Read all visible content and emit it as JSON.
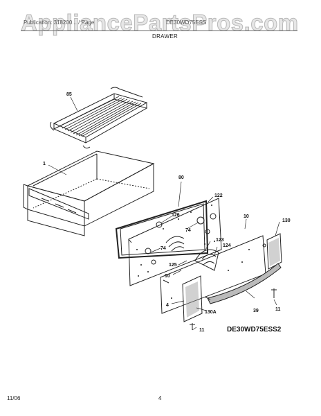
{
  "header": {
    "watermark": "AppliancePartsPros.com",
    "left_text": "Publication: 318200... / Page",
    "mid_text": "DE30WD75ESS",
    "section_title": "DRAWER"
  },
  "model_code": "DE30WD75ESS2",
  "footer": {
    "date": "11/06",
    "page_number": "4"
  },
  "callouts": {
    "c85": "85",
    "c1": "1",
    "c80": "80",
    "c122": "122",
    "c126": "126",
    "c74a": "74",
    "c74b": "74",
    "c10a": "10",
    "c130": "130",
    "c123": "123",
    "c124": "124",
    "c125": "125",
    "c10b": "10",
    "c4": "4",
    "c130a": "130A",
    "c11a": "11",
    "c39": "39",
    "c11b": "11"
  }
}
